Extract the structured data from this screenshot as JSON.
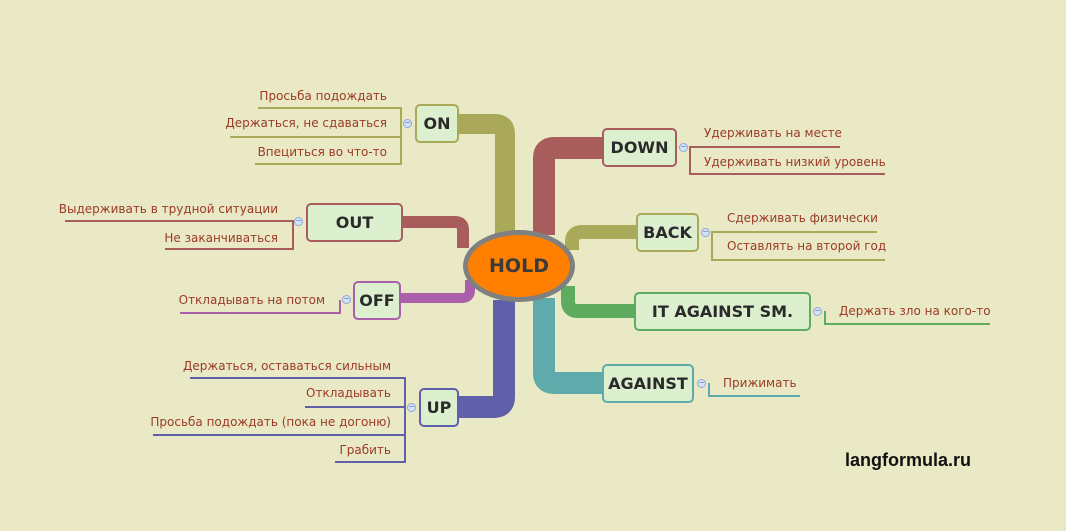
{
  "center": {
    "label": "HOLD",
    "color": "#ff8000"
  },
  "branches": {
    "on": {
      "label": "ON",
      "color": "#aaa95a",
      "leaves": [
        "Просьба подождать",
        "Держаться, не сдаваться",
        "Впециться во что-то"
      ]
    },
    "out": {
      "label": "OUT",
      "color": "#a85c5c",
      "leaves": [
        "Выдерживать в трудной ситуации",
        "Не заканчиваться"
      ]
    },
    "off": {
      "label": "OFF",
      "color": "#aa5faa",
      "leaves": [
        "Откладывать на потом"
      ]
    },
    "up": {
      "label": "UP",
      "color": "#5f5faa",
      "leaves": [
        "Держаться, оставаться сильным",
        "Откладывать",
        "Просьба подождать (пока не догоню)",
        "Грабить"
      ]
    },
    "down": {
      "label": "DOWN",
      "color": "#a85c5c",
      "leaves": [
        "Удерживать на месте",
        "Удерживать низкий уровень"
      ]
    },
    "back": {
      "label": "BACK",
      "color": "#aaa95a",
      "leaves": [
        "Сдерживать физически",
        "Оставлять на второй год"
      ]
    },
    "it_against": {
      "label": "IT AGAINST SM.",
      "color": "#5fab5f",
      "leaves": [
        "Держать зло на кого-то"
      ]
    },
    "against": {
      "label": "AGAINST",
      "color": "#5faaaa",
      "leaves": [
        "Прижимать"
      ]
    }
  },
  "watermark": "langformula.ru"
}
